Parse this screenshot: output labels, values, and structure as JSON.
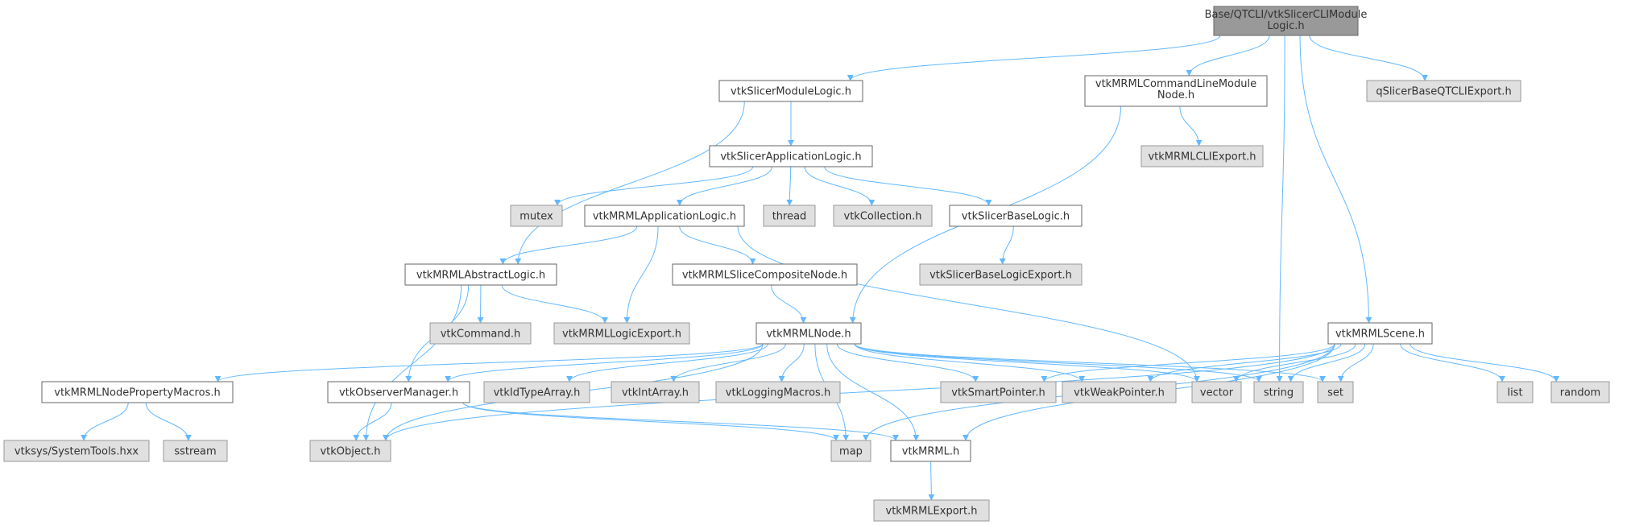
{
  "colors": {
    "edge": "#63b8ff",
    "root_fill": "#999999",
    "root_stroke": "#666666",
    "documented_fill": "#ffffff",
    "documented_stroke": "#666666",
    "system_fill": "#e0e0e0",
    "system_stroke": "#999999",
    "text": "#333333"
  },
  "nodes": [
    {
      "id": "root",
      "label": "Base/QTCLI/vtkSlicerCLIModule",
      "label2": "Logic.h",
      "kind": "root"
    },
    {
      "id": "moduleLogic",
      "label": "vtkSlicerModuleLogic.h",
      "kind": "doc"
    },
    {
      "id": "cmdLineNode",
      "label": "vtkMRMLCommandLineModule",
      "label2": "Node.h",
      "kind": "doc"
    },
    {
      "id": "qSlicerExport",
      "label": "qSlicerBaseQTCLIExport.h",
      "kind": "sys"
    },
    {
      "id": "appLogic",
      "label": "vtkSlicerApplicationLogic.h",
      "kind": "doc"
    },
    {
      "id": "cliExport",
      "label": "vtkMRMLCLIExport.h",
      "kind": "sys"
    },
    {
      "id": "mutex",
      "label": "mutex",
      "kind": "sys"
    },
    {
      "id": "mrmlAppLogic",
      "label": "vtkMRMLApplicationLogic.h",
      "kind": "doc"
    },
    {
      "id": "thread",
      "label": "thread",
      "kind": "sys"
    },
    {
      "id": "collection",
      "label": "vtkCollection.h",
      "kind": "sys"
    },
    {
      "id": "baseLogic",
      "label": "vtkSlicerBaseLogic.h",
      "kind": "doc"
    },
    {
      "id": "baseLogicExport",
      "label": "vtkSlicerBaseLogicExport.h",
      "kind": "sys"
    },
    {
      "id": "abstractLogic",
      "label": "vtkMRMLAbstractLogic.h",
      "kind": "doc"
    },
    {
      "id": "sliceComposite",
      "label": "vtkMRMLSliceCompositeNode.h",
      "kind": "doc"
    },
    {
      "id": "vtkCommand",
      "label": "vtkCommand.h",
      "kind": "sys"
    },
    {
      "id": "logicExport",
      "label": "vtkMRMLLogicExport.h",
      "kind": "sys"
    },
    {
      "id": "mrmlNode",
      "label": "vtkMRMLNode.h",
      "kind": "doc"
    },
    {
      "id": "mrmlScene",
      "label": "vtkMRMLScene.h",
      "kind": "doc"
    },
    {
      "id": "propMacros",
      "label": "vtkMRMLNodePropertyMacros.h",
      "kind": "doc"
    },
    {
      "id": "observerMgr",
      "label": "vtkObserverManager.h",
      "kind": "doc"
    },
    {
      "id": "idTypeArray",
      "label": "vtkIdTypeArray.h",
      "kind": "sys"
    },
    {
      "id": "intArray",
      "label": "vtkIntArray.h",
      "kind": "sys"
    },
    {
      "id": "loggingMacros",
      "label": "vtkLoggingMacros.h",
      "kind": "sys"
    },
    {
      "id": "smartPointer",
      "label": "vtkSmartPointer.h",
      "kind": "sys"
    },
    {
      "id": "weakPointer",
      "label": "vtkWeakPointer.h",
      "kind": "sys"
    },
    {
      "id": "vector",
      "label": "vector",
      "kind": "sys"
    },
    {
      "id": "string",
      "label": "string",
      "kind": "sys"
    },
    {
      "id": "set",
      "label": "set",
      "kind": "sys"
    },
    {
      "id": "list",
      "label": "list",
      "kind": "sys"
    },
    {
      "id": "random",
      "label": "random",
      "kind": "sys"
    },
    {
      "id": "systemTools",
      "label": "vtksys/SystemTools.hxx",
      "kind": "sys"
    },
    {
      "id": "sstream",
      "label": "sstream",
      "kind": "sys"
    },
    {
      "id": "vtkObject",
      "label": "vtkObject.h",
      "kind": "sys"
    },
    {
      "id": "map",
      "label": "map",
      "kind": "sys"
    },
    {
      "id": "vtkMRML",
      "label": "vtkMRML.h",
      "kind": "doc"
    },
    {
      "id": "mrmlExport",
      "label": "vtkMRMLExport.h",
      "kind": "sys"
    }
  ],
  "edges": [
    [
      "root",
      "moduleLogic"
    ],
    [
      "root",
      "cmdLineNode"
    ],
    [
      "root",
      "string"
    ],
    [
      "root",
      "mrmlScene"
    ],
    [
      "root",
      "qSlicerExport"
    ],
    [
      "moduleLogic",
      "appLogic"
    ],
    [
      "moduleLogic",
      "abstractLogic"
    ],
    [
      "cmdLineNode",
      "cliExport"
    ],
    [
      "cmdLineNode",
      "mrmlNode"
    ],
    [
      "appLogic",
      "mutex"
    ],
    [
      "appLogic",
      "mrmlAppLogic"
    ],
    [
      "appLogic",
      "thread"
    ],
    [
      "appLogic",
      "collection"
    ],
    [
      "appLogic",
      "baseLogic"
    ],
    [
      "baseLogic",
      "baseLogicExport"
    ],
    [
      "mrmlAppLogic",
      "abstractLogic"
    ],
    [
      "mrmlAppLogic",
      "logicExport"
    ],
    [
      "mrmlAppLogic",
      "sliceComposite"
    ],
    [
      "mrmlAppLogic",
      "vector"
    ],
    [
      "abstractLogic",
      "vtkCommand"
    ],
    [
      "abstractLogic",
      "logicExport"
    ],
    [
      "abstractLogic",
      "observerMgr"
    ],
    [
      "abstractLogic",
      "vtkObject"
    ],
    [
      "sliceComposite",
      "mrmlNode"
    ],
    [
      "mrmlNode",
      "propMacros"
    ],
    [
      "mrmlNode",
      "observerMgr"
    ],
    [
      "mrmlNode",
      "idTypeArray"
    ],
    [
      "mrmlNode",
      "intArray"
    ],
    [
      "mrmlNode",
      "loggingMacros"
    ],
    [
      "mrmlNode",
      "smartPointer"
    ],
    [
      "mrmlNode",
      "weakPointer"
    ],
    [
      "mrmlNode",
      "vector"
    ],
    [
      "mrmlNode",
      "string"
    ],
    [
      "mrmlNode",
      "set"
    ],
    [
      "mrmlNode",
      "map"
    ],
    [
      "mrmlNode",
      "vtkMRML"
    ],
    [
      "mrmlNode",
      "vtkObject"
    ],
    [
      "propMacros",
      "systemTools"
    ],
    [
      "propMacros",
      "sstream"
    ],
    [
      "observerMgr",
      "vtkObject"
    ],
    [
      "observerMgr",
      "map"
    ],
    [
      "observerMgr",
      "vtkMRML"
    ],
    [
      "vtkMRML",
      "mrmlExport"
    ],
    [
      "mrmlScene",
      "smartPointer"
    ],
    [
      "mrmlScene",
      "weakPointer"
    ],
    [
      "mrmlScene",
      "vector"
    ],
    [
      "mrmlScene",
      "string"
    ],
    [
      "mrmlScene",
      "set"
    ],
    [
      "mrmlScene",
      "list"
    ],
    [
      "mrmlScene",
      "random"
    ],
    [
      "mrmlScene",
      "map"
    ],
    [
      "mrmlScene",
      "vtkMRML"
    ],
    [
      "mrmlScene",
      "vtkObject"
    ]
  ]
}
